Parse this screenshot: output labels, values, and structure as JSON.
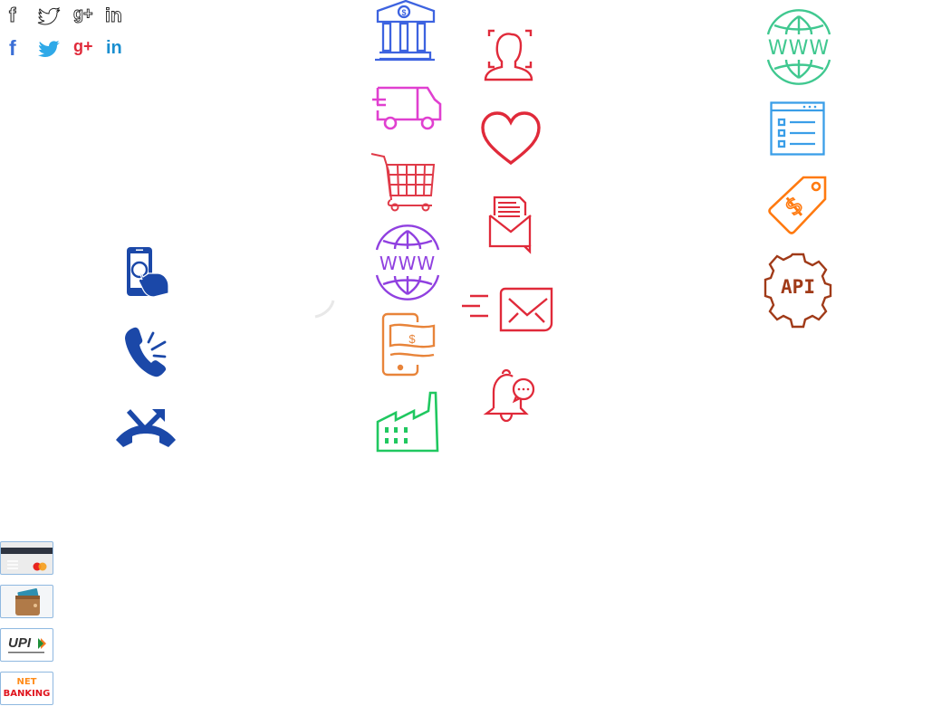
{
  "social_outline": [
    {
      "name": "facebook",
      "glyph": "f"
    },
    {
      "name": "twitter"
    },
    {
      "name": "google-plus",
      "glyph": "g+"
    },
    {
      "name": "linkedin",
      "glyph": "in"
    }
  ],
  "social_color": [
    {
      "name": "facebook",
      "glyph": "f",
      "color": "#3b6fd6"
    },
    {
      "name": "twitter",
      "color": "#2fa9e8"
    },
    {
      "name": "google-plus",
      "glyph": "g+",
      "color": "#e02a3a"
    },
    {
      "name": "linkedin",
      "glyph": "in",
      "color": "#1b8fd0"
    }
  ],
  "icons": {
    "bank": {
      "color": "#3d63e0",
      "glyph": "$"
    },
    "truck": {
      "color": "#e040d0"
    },
    "cart": {
      "color": "#e03a48"
    },
    "globe_purple": {
      "color": "#9040e0",
      "glyph": "WWW"
    },
    "mobile_money": {
      "color": "#e8843a",
      "glyph": "$"
    },
    "factory": {
      "color": "#20c860"
    },
    "face_scan": {
      "color": "#e02a3a"
    },
    "heart": {
      "color": "#e02a3a"
    },
    "mail_open": {
      "color": "#e02a3a"
    },
    "mail_fast": {
      "color": "#e02a3a"
    },
    "bell_chat": {
      "color": "#e02a3a"
    },
    "globe_green": {
      "color": "#40c890",
      "glyph": "WWW"
    },
    "browser_list": {
      "color": "#3a9ee8"
    },
    "price_tag": {
      "color": "#ff7a10",
      "glyph": "$"
    },
    "api_gear": {
      "color": "#a03a18",
      "glyph": "API"
    },
    "touch_phone": {
      "color": "#1b48a8"
    },
    "phone_ringing": {
      "color": "#1b48a8"
    },
    "missed_call": {
      "color": "#1b48a8"
    }
  },
  "payments": {
    "card": {
      "name": "card"
    },
    "wallet": {
      "name": "wallet"
    },
    "upi": {
      "logo": "UPI",
      "subtitle": "UNIFIED PAYMENTS INTERFACE"
    },
    "netbanking": {
      "line1": "NET",
      "line2": "BANKING"
    }
  }
}
